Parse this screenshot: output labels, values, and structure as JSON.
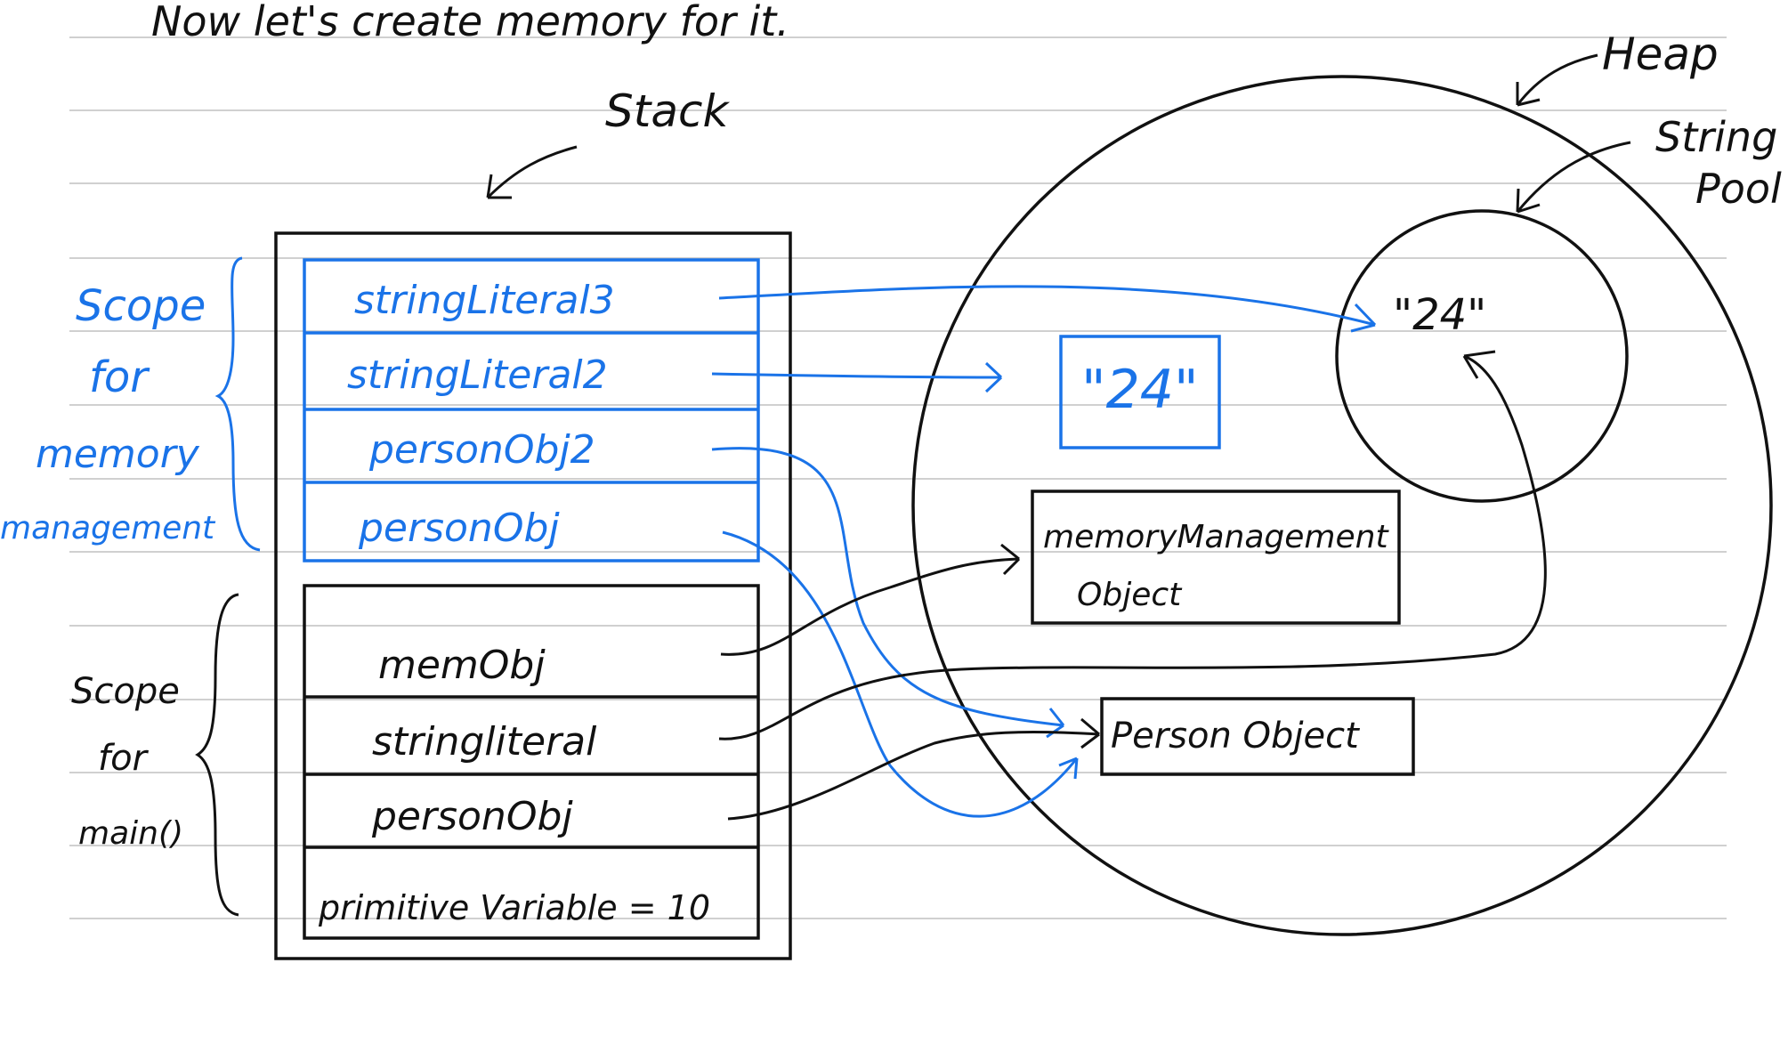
{
  "heading": "Now let's create memory for it.",
  "labels": {
    "stack": "Stack",
    "heap": "Heap",
    "string_pool_line1": "String",
    "string_pool_line2": "Pool"
  },
  "scopes": {
    "memory_mgmt": [
      "Scope",
      "for",
      "memory",
      "management"
    ],
    "main": [
      "Scope",
      "for",
      "main()"
    ]
  },
  "stack_frames": {
    "memory_mgmt": [
      "stringLiteral3",
      "stringLiteral2",
      "personObj2",
      "personObj"
    ],
    "main": [
      "memObj",
      "stringliteral",
      "personObj",
      "primitive Variable = 10"
    ]
  },
  "heap_objects": {
    "string_obj": "\"24\"",
    "memory_mgmt_obj_line1": "memoryManagement",
    "memory_mgmt_obj_line2": "Object",
    "person_obj": "Person Object",
    "pool_string": "\"24\""
  },
  "colors": {
    "ink": "#111111",
    "blue": "#1a73e8",
    "rule": "#d0d0d0"
  }
}
